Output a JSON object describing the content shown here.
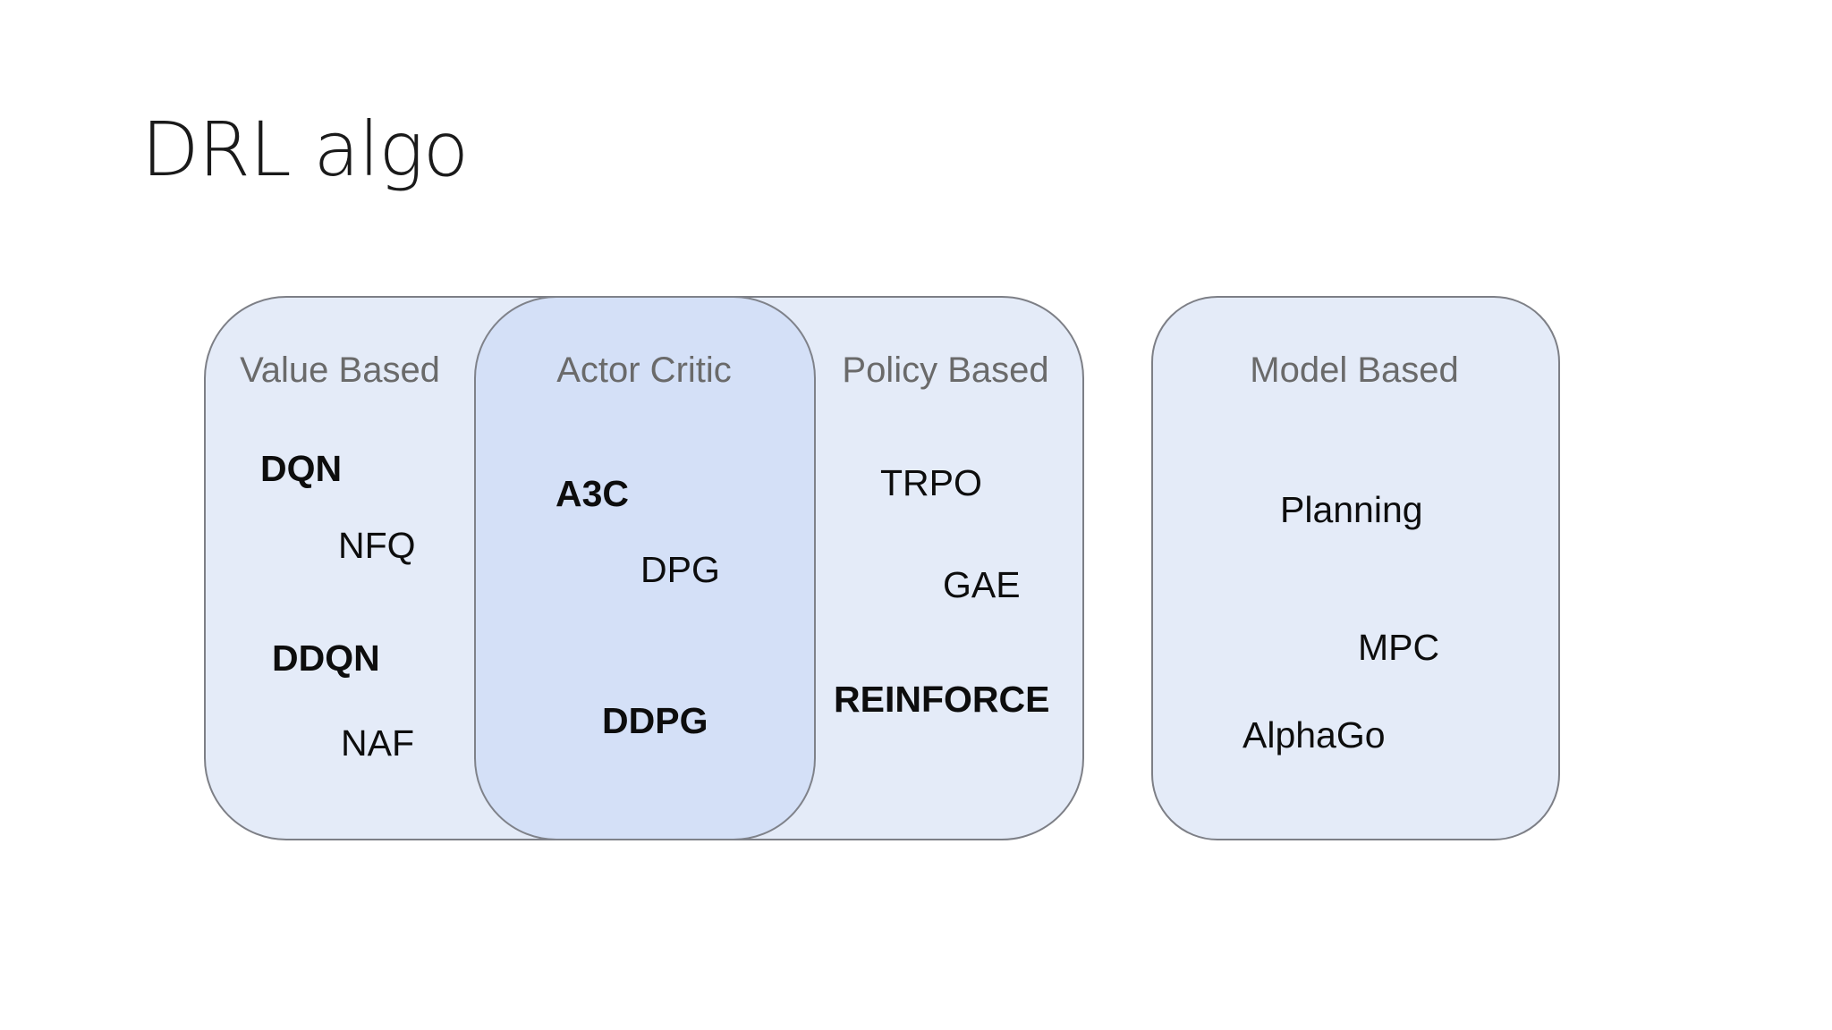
{
  "slide": {
    "title": "DRL algo"
  },
  "groups": {
    "value_based": {
      "title": "Value Based",
      "items": [
        {
          "label": "DQN",
          "bold": true
        },
        {
          "label": "NFQ",
          "bold": false
        },
        {
          "label": "DDQN",
          "bold": true
        },
        {
          "label": "NAF",
          "bold": false
        }
      ]
    },
    "actor_critic": {
      "title": "Actor Critic",
      "items": [
        {
          "label": "A3C",
          "bold": true
        },
        {
          "label": "DPG",
          "bold": false
        },
        {
          "label": "DDPG",
          "bold": true
        }
      ]
    },
    "policy_based": {
      "title": "Policy Based",
      "items": [
        {
          "label": "TRPO",
          "bold": false
        },
        {
          "label": "GAE",
          "bold": false
        },
        {
          "label": "REINFORCE",
          "bold": true
        }
      ]
    },
    "model_based": {
      "title": "Model Based",
      "items": [
        {
          "label": "Planning",
          "bold": false
        },
        {
          "label": "MPC",
          "bold": false
        },
        {
          "label": "AlphaGo",
          "bold": false
        }
      ]
    }
  },
  "colors": {
    "box_fill": "#e4ebf8",
    "overlap_fill": "#d4e0f7",
    "border": "#7d7f86",
    "group_title": "#6a6a6a",
    "item_text": "#0d0d0d"
  }
}
